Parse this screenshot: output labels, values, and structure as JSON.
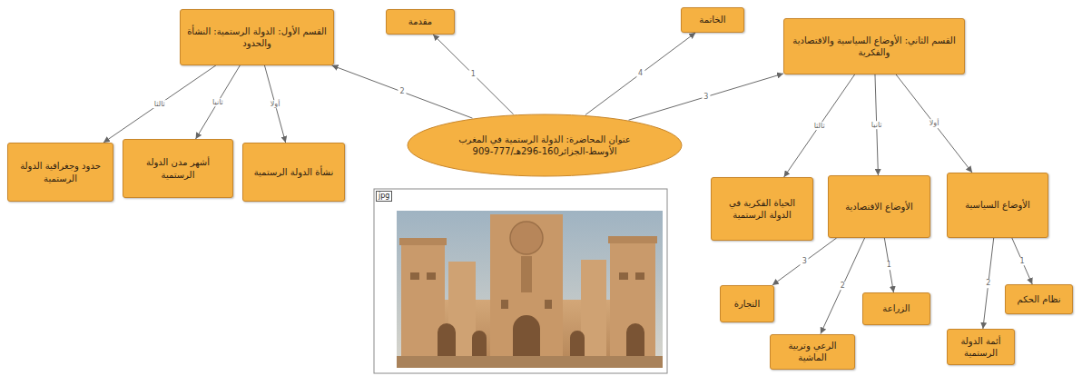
{
  "diagram": {
    "nodes": [
      {
        "text": [
          "عنوان المحاضرة: الدولة الرستمية في المغرب الأوسط-الجزائر160-296هـ/777-909"
        ]
      },
      {
        "text": [
          "مقدمة"
        ]
      },
      {
        "text": [
          "الخاتمة"
        ]
      },
      {
        "text": [
          "القسم الأول: الدولة الرستمية: النشأة والحدود"
        ]
      },
      {
        "text": [
          "القسم الثاني: الأوضاع السياسية والاقتصادية والفكرية"
        ]
      },
      {
        "text": [
          "نشأة الدولة الرستمية"
        ]
      },
      {
        "text": [
          "أشهر مدن الدولة الرستمية"
        ]
      },
      {
        "text": [
          "حدود وجغرافية الدولة الرستمية"
        ]
      },
      {
        "text": [
          "الأوضاع السياسية"
        ]
      },
      {
        "text": [
          "الأوضاع الاقتصادية"
        ]
      },
      {
        "text": [
          "الحياة الفكرية في الدولة الرستمية"
        ]
      },
      {
        "text": [
          "نظام الحكم"
        ]
      },
      {
        "text": [
          "أئمة الدولة الرستمية"
        ]
      },
      {
        "text": [
          "الزراعة"
        ]
      },
      {
        "text": [
          "الرعي وتربية الماشية"
        ]
      },
      {
        "text": [
          "التجارة"
        ]
      }
    ],
    "edges": [
      {
        "from": 0,
        "to": 1,
        "label": "1",
        "arrow": "to"
      },
      {
        "from": 0,
        "to": 3,
        "label": "2",
        "arrow": "to"
      },
      {
        "from": 0,
        "to": 4,
        "label": "3",
        "arrow": "to"
      },
      {
        "from": 0,
        "to": 2,
        "label": "4",
        "arrow": "to"
      },
      {
        "from": 3,
        "to": 5,
        "label": "أولا",
        "arrow": "to"
      },
      {
        "from": 3,
        "to": 6,
        "label": "ثانيا",
        "arrow": "to"
      },
      {
        "from": 3,
        "to": 7,
        "label": "ثالثا",
        "arrow": "to"
      },
      {
        "from": 4,
        "to": 8,
        "label": "أولا",
        "arrow": "to"
      },
      {
        "from": 4,
        "to": 9,
        "label": "ثانيا",
        "arrow": "to"
      },
      {
        "from": 4,
        "to": 10,
        "label": "ثالثا",
        "arrow": "to"
      },
      {
        "from": 8,
        "to": 11,
        "label": "1",
        "arrow": "to"
      },
      {
        "from": 8,
        "to": 12,
        "label": "2",
        "arrow": "to"
      },
      {
        "from": 9,
        "to": 13,
        "label": "1",
        "arrow": "to"
      },
      {
        "from": 9,
        "to": 14,
        "label": "2",
        "arrow": "to"
      },
      {
        "from": 9,
        "to": 15,
        "label": "3",
        "arrow": "to"
      }
    ],
    "labels": [
      "jpg"
    ]
  }
}
